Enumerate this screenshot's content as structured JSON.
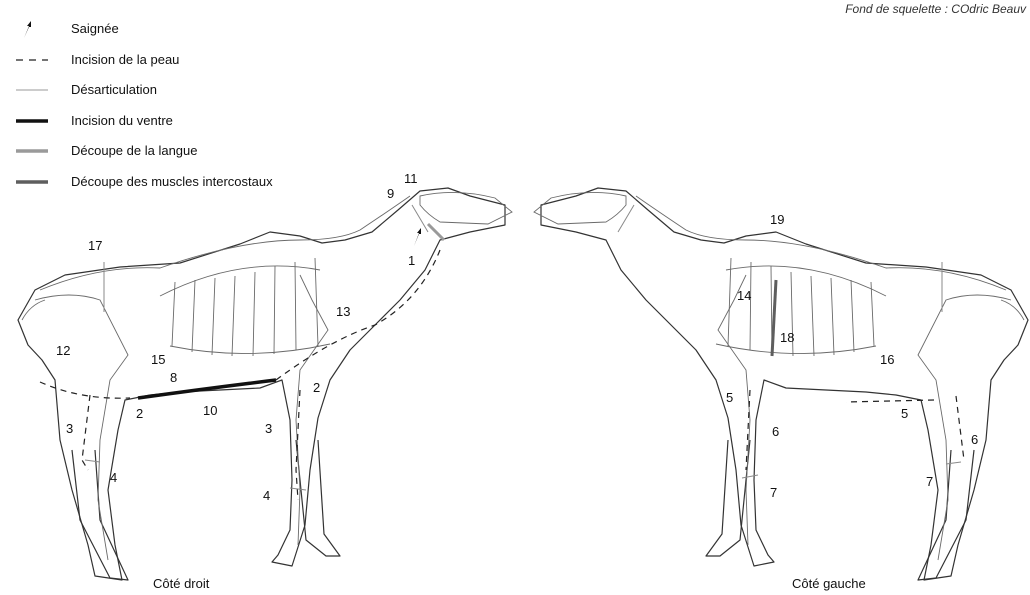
{
  "credit": "Fond de squelette : COdric Beauv",
  "legend": [
    {
      "label": "Saignée",
      "symbol": "arrow-icon"
    },
    {
      "label": "Incision de la peau",
      "symbol": "dashed-line"
    },
    {
      "label": "Désarticulation",
      "symbol": "thin-line",
      "color": "#9a9a9a"
    },
    {
      "label": "Incision du ventre",
      "symbol": "thick-line",
      "color": "#111111"
    },
    {
      "label": "Découpe de la langue",
      "symbol": "thick-line",
      "color": "#9a9a9a"
    },
    {
      "label": "Découpe des muscles intercostaux",
      "symbol": "thick-line",
      "color": "#5e5e5e"
    }
  ],
  "captions": {
    "right_side": "Côté droit",
    "left_side": "Côté gauche"
  },
  "markers": {
    "right_side": [
      "1",
      "2",
      "2",
      "3",
      "3",
      "4",
      "4",
      "8",
      "9",
      "10",
      "11",
      "12",
      "13",
      "15",
      "17"
    ],
    "left_side": [
      "5",
      "5",
      "6",
      "6",
      "7",
      "7",
      "14",
      "16",
      "18",
      "19"
    ]
  },
  "colors": {
    "outline": "#333333",
    "skeleton": "#6a6a6a",
    "belly_cut": "#111111",
    "tongue_cut": "#9a9a9a",
    "intercostal_cut": "#5e5e5e"
  }
}
